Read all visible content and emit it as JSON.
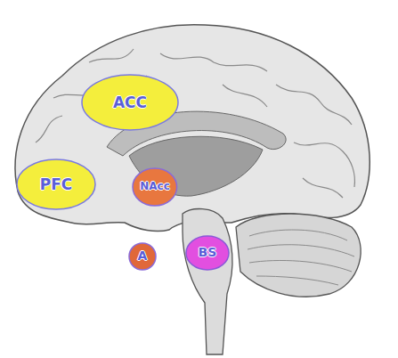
{
  "diagram": {
    "nodes": [
      {
        "text": [
          "ACC"
        ]
      },
      {
        "text": [
          "PFC"
        ]
      },
      {
        "text": [
          "NAcc"
        ]
      },
      {
        "text": [
          "A"
        ]
      },
      {
        "text": [
          "BS"
        ]
      }
    ]
  }
}
